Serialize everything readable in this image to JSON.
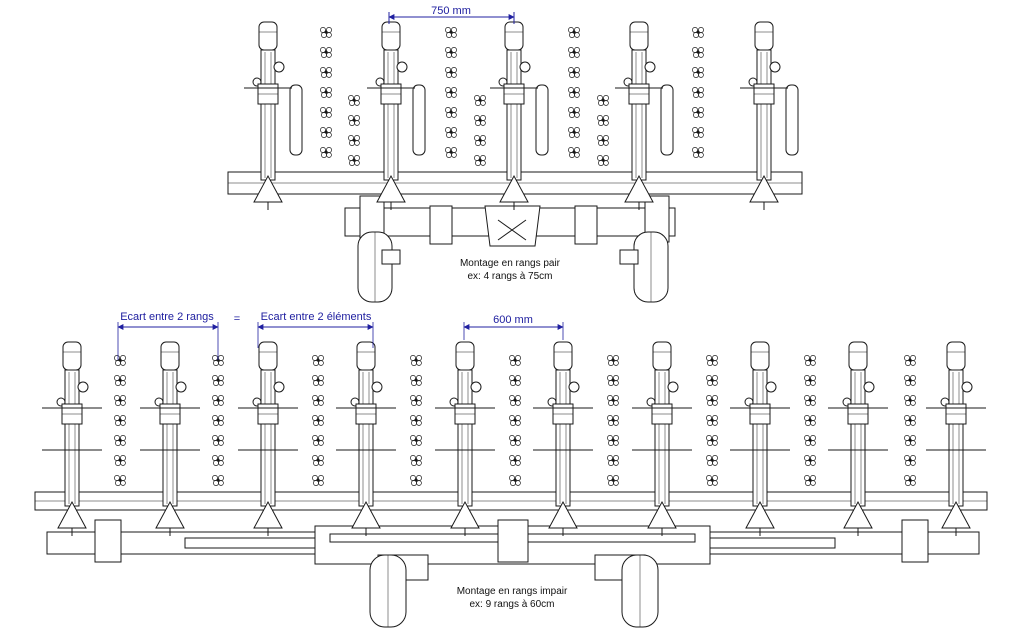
{
  "colors": {
    "ink": "#1a1a1a",
    "dimension": "#2020a0",
    "background": "#ffffff"
  },
  "top_drawing": {
    "units": 5,
    "dimension_label": "750 mm",
    "caption_line1": "Montage en rangs pair",
    "caption_line2": "ex: 4 rangs à 75cm"
  },
  "bottom_drawing": {
    "units": 10,
    "label_rows": "Ecart entre  2  rangs",
    "label_equals": "=",
    "label_elements": "Ecart entre  2  éléments",
    "dimension_label": "600  mm",
    "caption_line1": "Montage en rangs impair",
    "caption_line2": "ex: 9 rangs à 60cm"
  },
  "icons": {
    "plant": "plant-icon",
    "wheel": "wheel-icon",
    "planter_unit": "planter-unit-icon"
  }
}
